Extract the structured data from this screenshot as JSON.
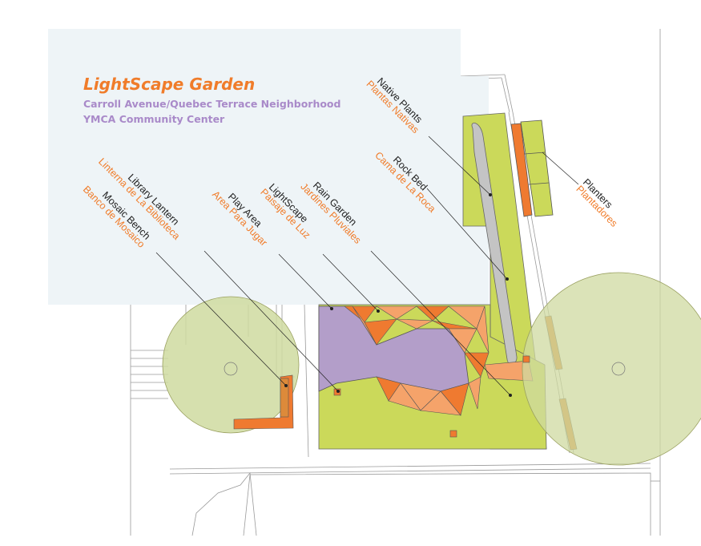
{
  "title": "LightScape Garden",
  "subtitle1": "Carroll Avenue/Quebec Terrace Neighborhood",
  "subtitle2": "YMCA Community Center",
  "colors": {
    "title": "#f07c2a",
    "subtitle": "#a98ac9",
    "label_en": "#222222",
    "label_es": "#f07c2a",
    "building": "#eef4f7",
    "bed": "#cbd95a",
    "play": "#b39ec9",
    "lightscape": "#f5a36a",
    "lightscape_dark": "#ef7a30",
    "rock": "#c4c4c4",
    "tree": "#cfdaa0"
  },
  "labels": [
    {
      "id": "native-plants",
      "en": "Native Plants",
      "es": "Plantas Nativas"
    },
    {
      "id": "rock-bed",
      "en": "Rock Bed",
      "es": "Cama de La Roca"
    },
    {
      "id": "planters",
      "en": "Planters",
      "es": "Plantadores"
    },
    {
      "id": "rain-garden",
      "en": "Rain Garden",
      "es": "Jardines Pluviales"
    },
    {
      "id": "lightscape",
      "en": "LightScape",
      "es": "Paisaje de Luz"
    },
    {
      "id": "play-area",
      "en": "Play Area",
      "es": "Area Para Jugar"
    },
    {
      "id": "library-lantern",
      "en": "Library Lantern",
      "es": "Linterna de La Biblioteca"
    },
    {
      "id": "mosaic-bench",
      "en": "Mosaic Bench",
      "es": "Banco de Mosaico"
    }
  ]
}
